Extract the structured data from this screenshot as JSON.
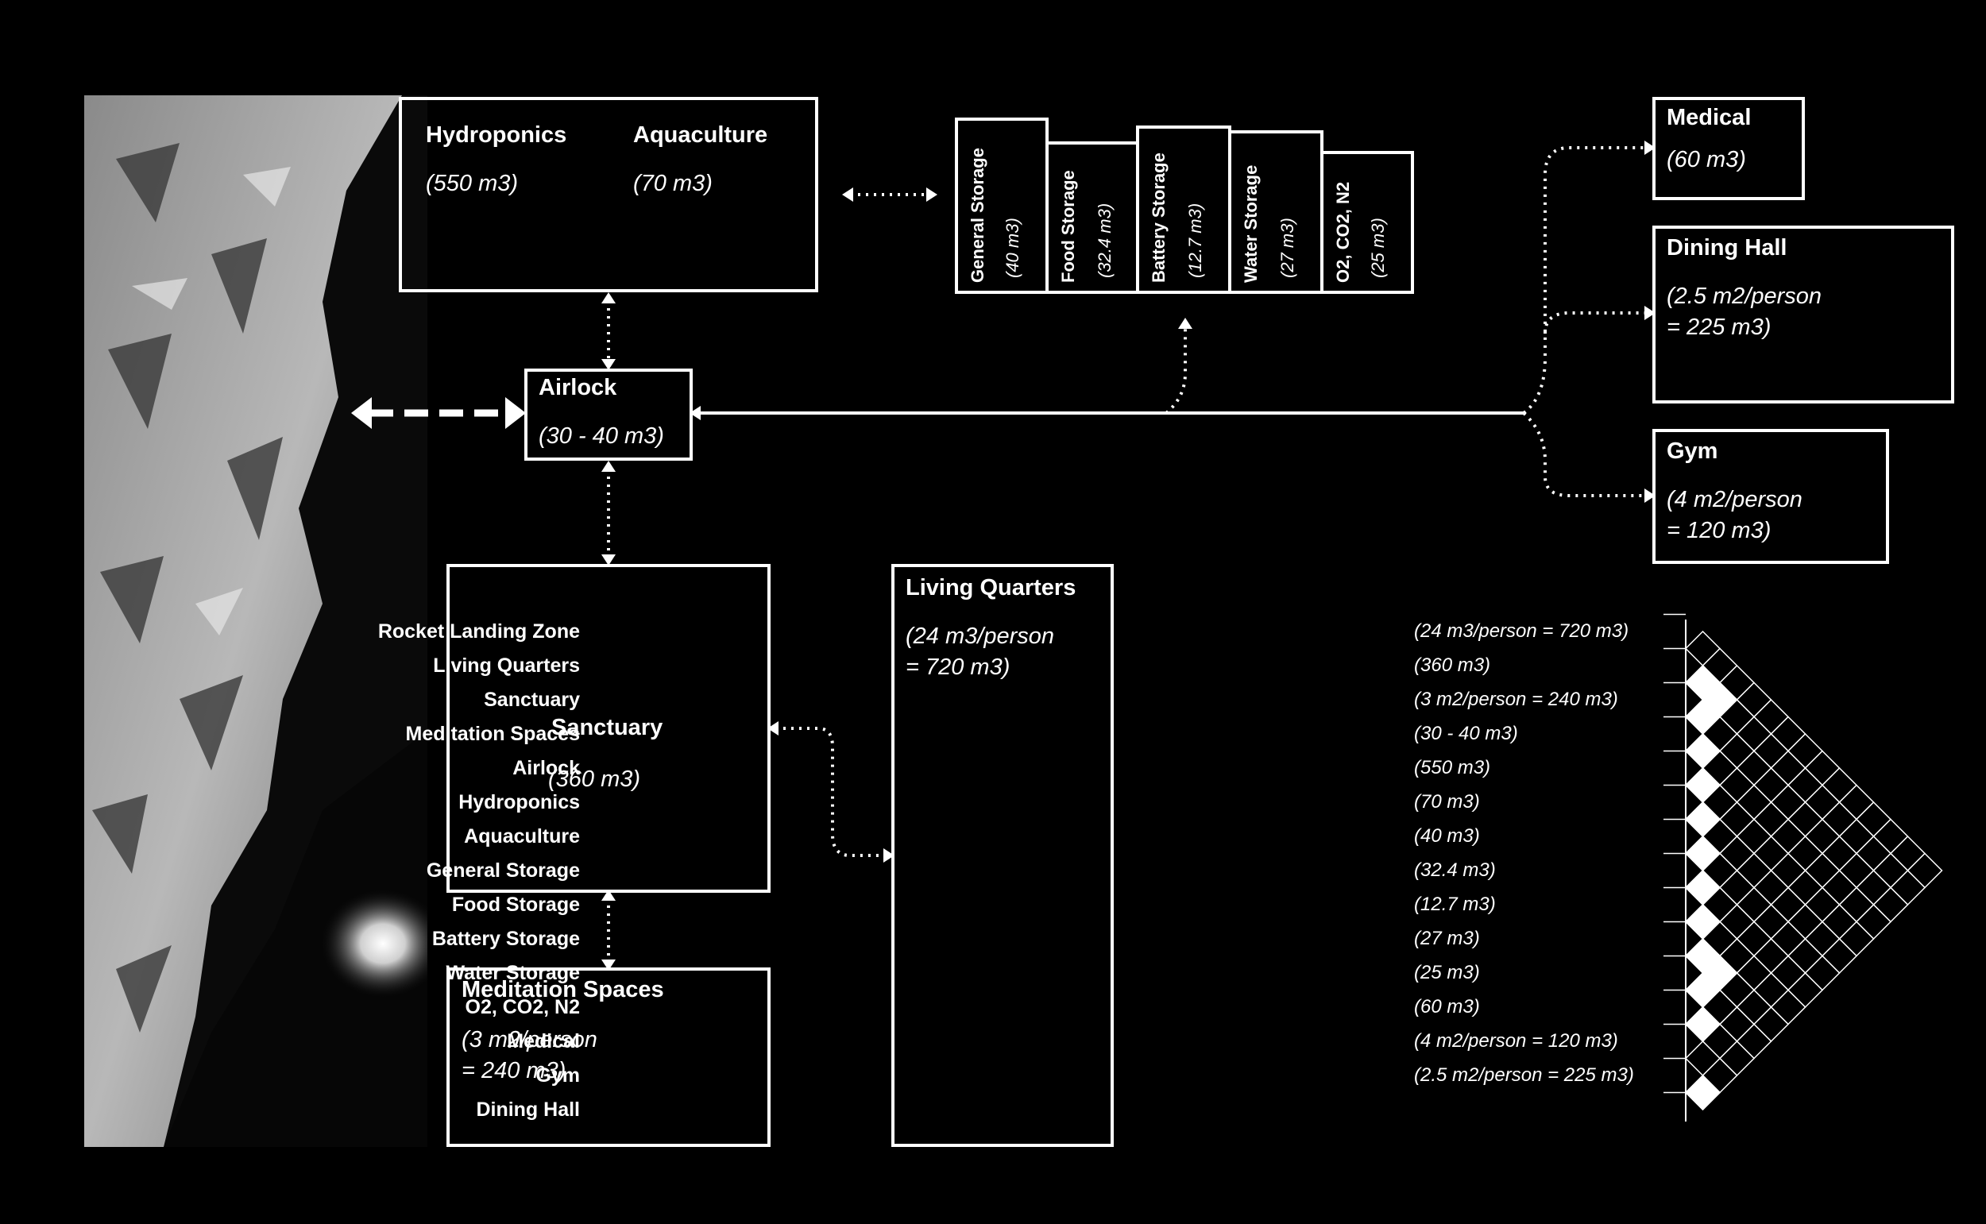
{
  "rooms": {
    "hydroponics": {
      "label": "Hydroponics",
      "volume": "(550 m3)"
    },
    "aquaculture": {
      "label": "Aquaculture",
      "volume": "(70 m3)"
    },
    "airlock": {
      "label": "Airlock",
      "volume": "(30 - 40 m3)"
    },
    "sanctuary": {
      "label": "Sanctuary",
      "volume": "(360 m3)"
    },
    "meditation": {
      "label": "Meditation Spaces",
      "volume": "(3 m2/person\n= 240 m3)"
    },
    "living": {
      "label": "Living Quarters",
      "volume": "(24 m3/person\n= 720 m3)"
    },
    "medical": {
      "label": "Medical",
      "volume": "(60 m3)"
    },
    "dining": {
      "label": "Dining Hall",
      "volume": "(2.5 m2/person\n= 225 m3)"
    },
    "gym": {
      "label": "Gym",
      "volume": "(4 m2/person\n= 120 m3)"
    }
  },
  "storage": [
    {
      "label": "General Storage",
      "volume": "(40 m3)"
    },
    {
      "label": "Food Storage",
      "volume": "(32.4 m3)"
    },
    {
      "label": "Battery Storage",
      "volume": "(12.7 m3)"
    },
    {
      "label": "Water Storage",
      "volume": "(27 m3)"
    },
    {
      "label": "O2, CO2, N2",
      "volume": "(25 m3)"
    }
  ],
  "adjacency_matrix": {
    "rows": [
      {
        "label": "Rocket Landing Zone",
        "volume": "(24 m3/person = 720 m3)"
      },
      {
        "label": "Living Quarters",
        "volume": "(360 m3)"
      },
      {
        "label": "Sanctuary",
        "volume": "(3 m2/person = 240 m3)"
      },
      {
        "label": "Meditation Spaces",
        "volume": "(30 - 40 m3)"
      },
      {
        "label": "Airlock",
        "volume": "(550 m3)"
      },
      {
        "label": "Hydroponics",
        "volume": "(70 m3)"
      },
      {
        "label": "Aquaculture",
        "volume": "(40 m3)"
      },
      {
        "label": "General Storage",
        "volume": "(32.4 m3)"
      },
      {
        "label": "Food Storage",
        "volume": "(12.7 m3)"
      },
      {
        "label": "Battery Storage",
        "volume": "(27 m3)"
      },
      {
        "label": "Water Storage",
        "volume": "(25 m3)"
      },
      {
        "label": "O2, CO2, N2",
        "volume": "(60 m3)"
      },
      {
        "label": "Medical",
        "volume": "(4 m2/person = 120 m3)"
      },
      {
        "label": "Gym",
        "volume": "(2.5 m2/person = 225 m3)"
      },
      {
        "label": "Dining Hall",
        "volume": ""
      }
    ],
    "filled_pairs": [
      [
        1,
        2
      ],
      [
        1,
        3
      ],
      [
        2,
        3
      ],
      [
        3,
        4
      ],
      [
        4,
        5
      ],
      [
        5,
        6
      ],
      [
        6,
        7
      ],
      [
        7,
        8
      ],
      [
        8,
        9
      ],
      [
        9,
        10
      ],
      [
        9,
        11
      ],
      [
        10,
        11
      ],
      [
        11,
        12
      ],
      [
        13,
        14
      ]
    ]
  },
  "colors": {
    "background": "#000000",
    "foreground": "#ffffff"
  }
}
